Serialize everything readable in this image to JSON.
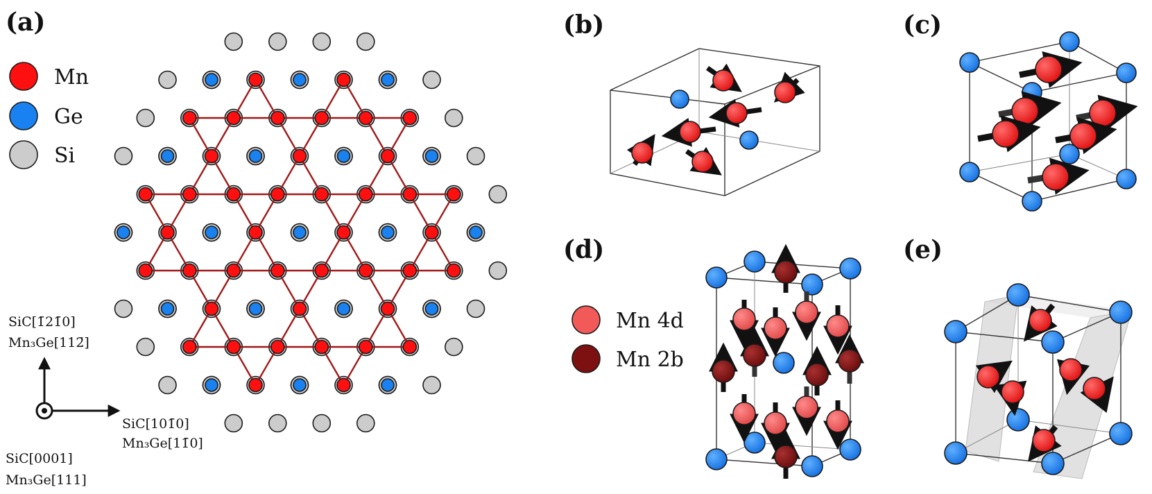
{
  "panels": {
    "a": {
      "label": "(a)"
    },
    "b": {
      "label": "(b)"
    },
    "c": {
      "label": "(c)"
    },
    "d": {
      "label": "(d)"
    },
    "e": {
      "label": "(e)"
    }
  },
  "legend_a": [
    {
      "text": "Mn",
      "color": "#ff1010"
    },
    {
      "text": "Ge",
      "color": "#1a82f0"
    },
    {
      "text": "Si",
      "color": "#cccccc"
    }
  ],
  "legend_d": [
    {
      "text": "Mn 4d",
      "color": "#f25a5a"
    },
    {
      "text": "Mn 2b",
      "color": "#7d1111"
    }
  ],
  "axes": {
    "up_line1": "SiC[1̄21̄0]",
    "up_line2": "Mn₃Ge[112̄]",
    "right_line1": "SiC[101̄0]",
    "right_line2": "Mn₃Ge[11̄0]",
    "out_line1": "SiC[0001]",
    "out_line2": "Mn₃Ge[111]"
  },
  "colors": {
    "mn": "#ff1010",
    "ge": "#1a82f0",
    "si": "#cccccc",
    "mn4d": "#f25a5a",
    "mn2b": "#7d1111",
    "bond": "#a01818",
    "arrow": "#111111"
  }
}
